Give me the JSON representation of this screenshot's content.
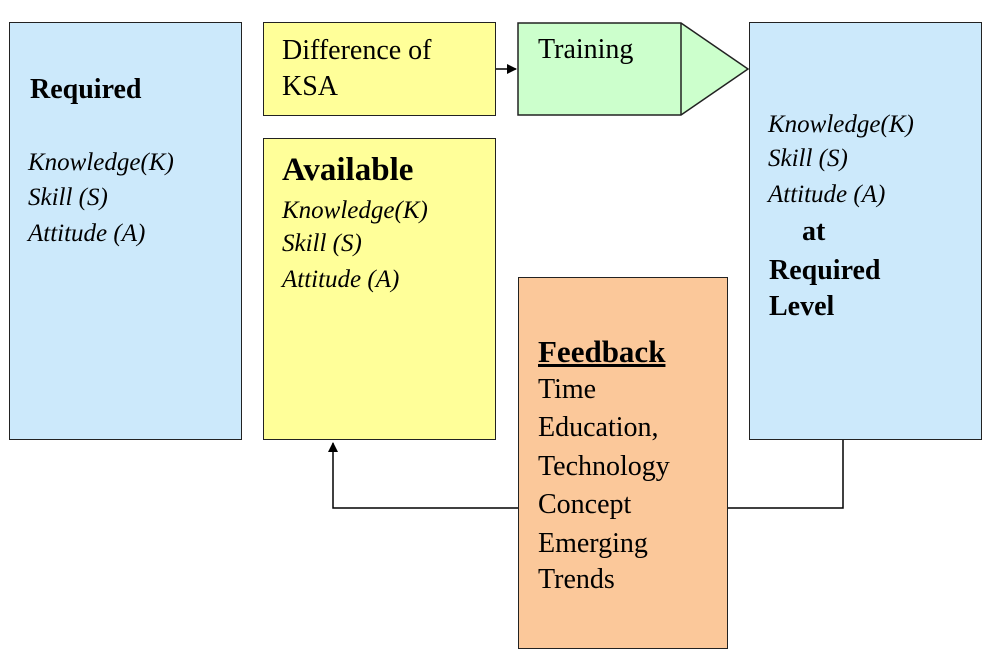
{
  "required": {
    "title": "Required",
    "items": [
      "Knowledge(K)",
      "Skill (S)",
      "Attitude (A)"
    ]
  },
  "difference": {
    "line1": "Difference of",
    "line2": "KSA"
  },
  "training": {
    "label": "Training"
  },
  "available": {
    "title": "Available",
    "items": [
      "Knowledge(K)",
      "Skill (S)",
      "Attitude (A)"
    ]
  },
  "result": {
    "items": [
      "Knowledge(K)",
      "Skill (S)",
      "Attitude (A)"
    ],
    "at_label": "at",
    "level_line1": "Required",
    "level_line2": "Level"
  },
  "feedback": {
    "title": "Feedback",
    "items": [
      "Time",
      "Education,",
      "Technology",
      "Concept",
      "Emerging",
      "Trends"
    ]
  },
  "colors": {
    "required_fill": "#cce9fb",
    "available_fill": "#ffff99",
    "training_fill": "#ccffcc",
    "feedback_fill": "#fbc89a",
    "result_fill": "#cce9fb"
  }
}
